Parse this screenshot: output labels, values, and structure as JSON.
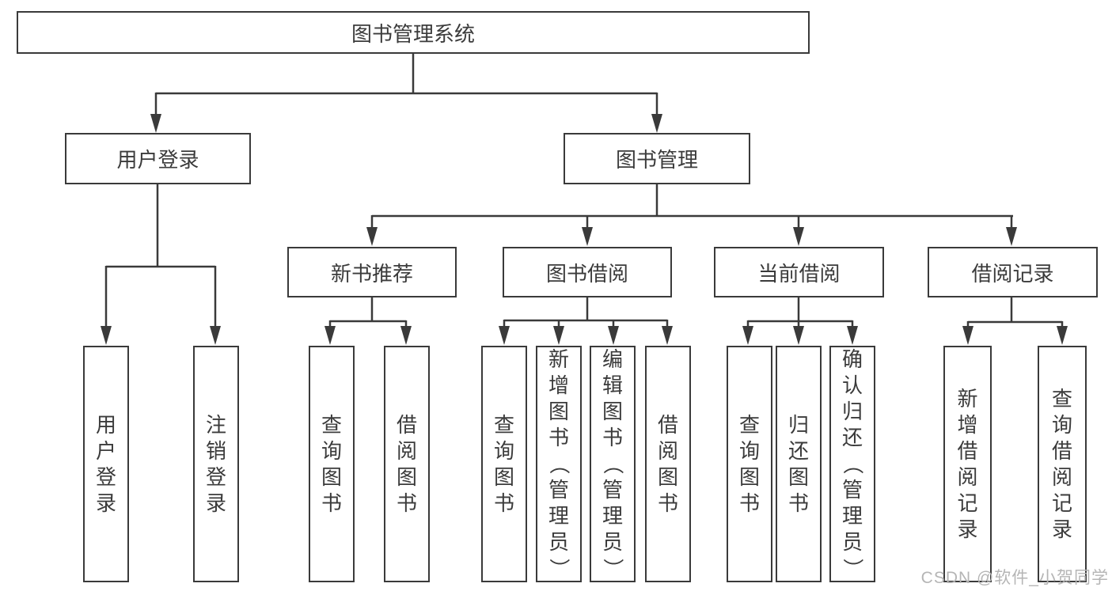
{
  "tree": {
    "root": "图书管理系统",
    "branches": [
      {
        "label": "用户登录",
        "children": [
          "用户登录",
          "注销登录"
        ]
      },
      {
        "label": "图书管理",
        "groups": [
          {
            "label": "新书推荐",
            "children": [
              "查询图书",
              "借阅图书"
            ]
          },
          {
            "label": "图书借阅",
            "children": [
              "查询图书",
              "新增图书（管理员）",
              "编辑图书（管理员）",
              "借阅图书"
            ]
          },
          {
            "label": "当前借阅",
            "children": [
              "查询图书",
              "归还图书",
              "确认归还（管理员）"
            ]
          },
          {
            "label": "借阅记录",
            "children": [
              "新增借阅记录",
              "查询借阅记录"
            ]
          }
        ]
      }
    ]
  },
  "watermark": {
    "text": "CSDN @软件_小贺同学"
  },
  "colors": {
    "line": "#3a3a3a",
    "text": "#3b3b3b",
    "box_background": "#ffffff",
    "watermark": "#b5b5b5",
    "page_background": "#ffffff"
  }
}
